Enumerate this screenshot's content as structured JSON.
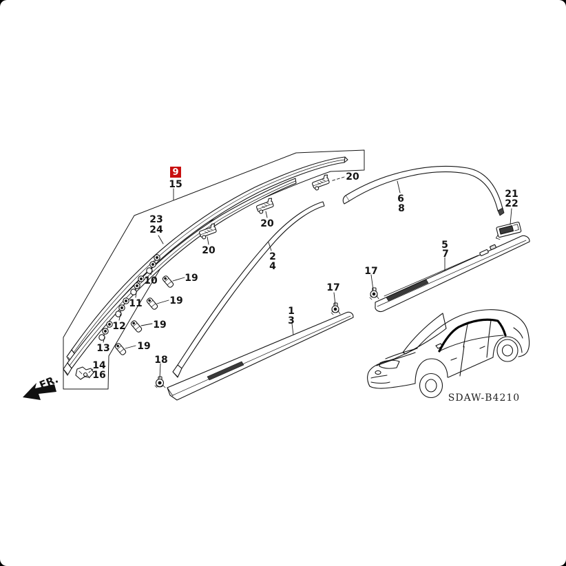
{
  "style": {
    "highlight_color": "#c80f0f",
    "line_color": "#141414",
    "background": "#ffffff"
  },
  "diagram": {
    "code": "SDAW-B4210",
    "front_label": "FR.",
    "highlighted_part": "9",
    "icons": {
      "front_direction": "fr-arrow-icon"
    },
    "labels": {
      "part1": "1",
      "part2": "2",
      "part3": "3",
      "part4": "4",
      "part5": "5",
      "part6": "6",
      "part7": "7",
      "part8": "8",
      "part9": "9",
      "part10": "10",
      "part11": "11",
      "part12": "12",
      "part13": "13",
      "part14": "14",
      "part15": "15",
      "part16": "16",
      "part17": "17",
      "part18": "18",
      "part19": "19",
      "part20": "20",
      "part21": "21",
      "part22": "22",
      "part23": "23",
      "part24": "24"
    }
  }
}
